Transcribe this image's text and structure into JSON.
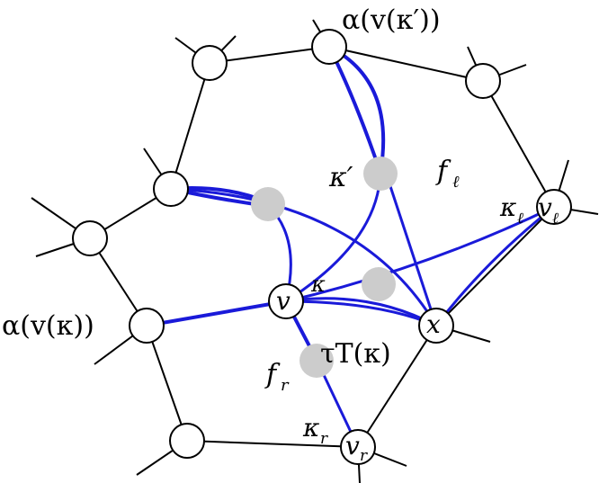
{
  "labels": {
    "alpha_v_kappa_prime": "α(v(κ′))",
    "alpha_v_kappa": "α(v(κ))",
    "kappa_prime": "κ′",
    "f_l": "f",
    "f_l_sub": "ℓ",
    "kappa_l": "κ",
    "kappa_l_sub": "ℓ",
    "v_l": "v",
    "v_l_sub": "ℓ",
    "v": "v",
    "kappa_fragment": "κ",
    "x": "x",
    "tau_T_kappa": "τT(κ)",
    "f_r": "f",
    "f_r_sub": "r",
    "kappa_r": "κ",
    "kappa_r_sub": "r",
    "v_r": "v",
    "v_r_sub": "r"
  },
  "colors": {
    "black_edges": "#000000",
    "blue_edges": "#1a1ad9",
    "gray_nodes": "#cccccc",
    "white_nodes": "#ffffff"
  }
}
